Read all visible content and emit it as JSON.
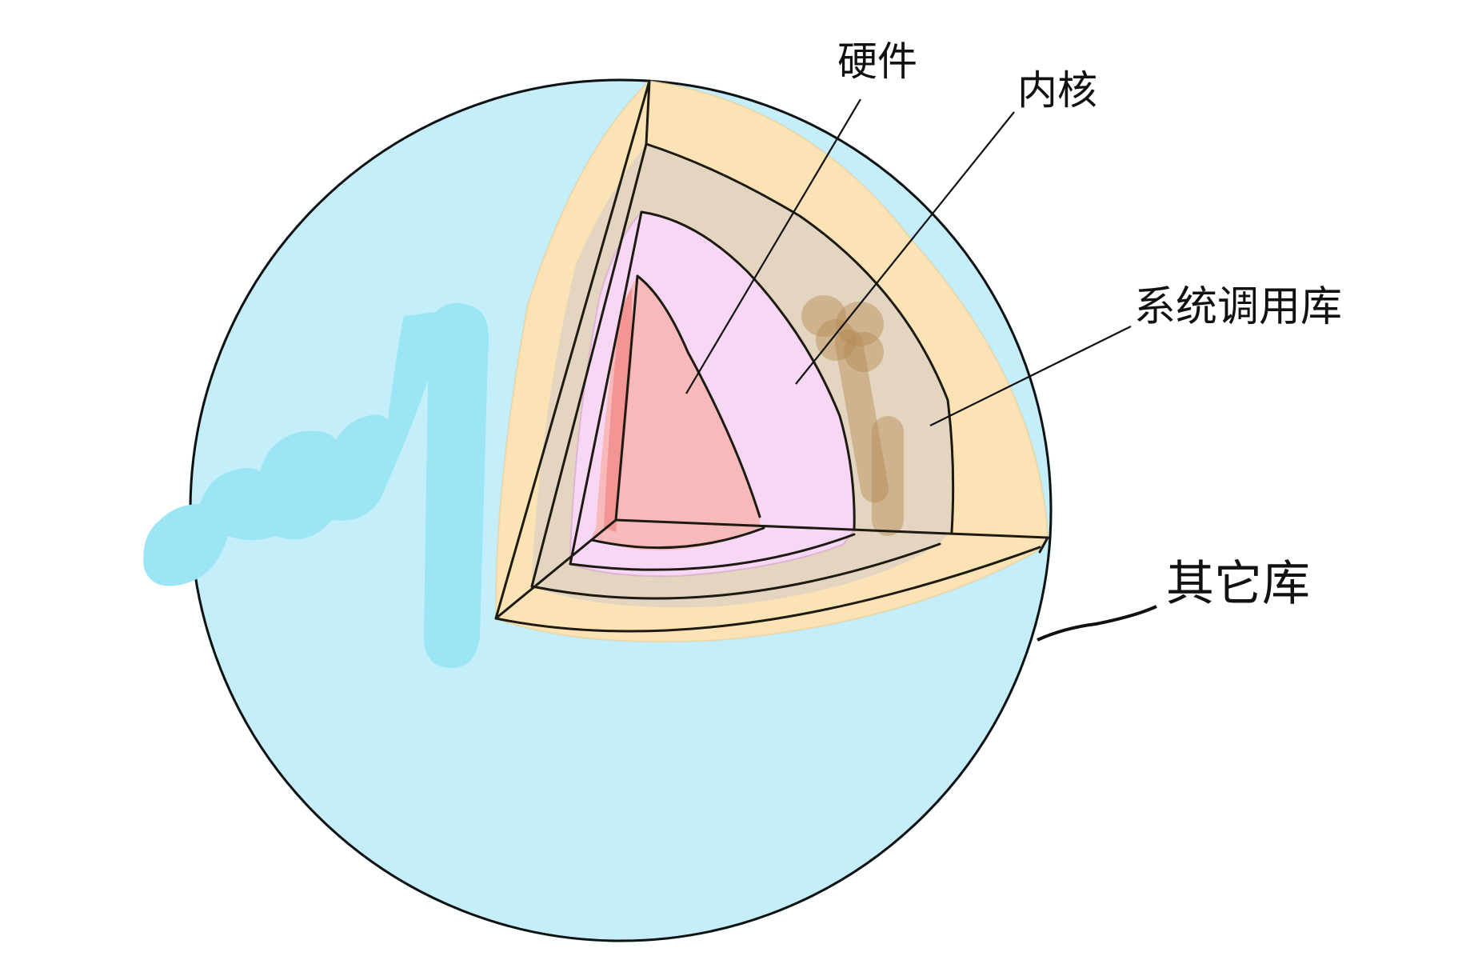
{
  "diagram": {
    "title": "",
    "type": "layered-sphere-cutaway",
    "layers": [
      {
        "id": "hardware",
        "label": "硬件",
        "color": "#f7b9b9",
        "position": "innermost core"
      },
      {
        "id": "kernel",
        "label": "内核",
        "color": "#f8d7f4",
        "position": "second layer"
      },
      {
        "id": "syscall-lib",
        "label": "系统调用库",
        "color": "#e3d5c0",
        "position": "third layer"
      },
      {
        "id": "other-lib",
        "label": "其它库",
        "color": "#c4eefa",
        "position": "outer shell"
      }
    ],
    "extra_band_color": "#fbe3b5",
    "outline_color": "#111111"
  },
  "labels": {
    "hardware": "硬件",
    "kernel": "内核",
    "syscall_lib": "系统调用库",
    "other_lib": "其它库"
  }
}
